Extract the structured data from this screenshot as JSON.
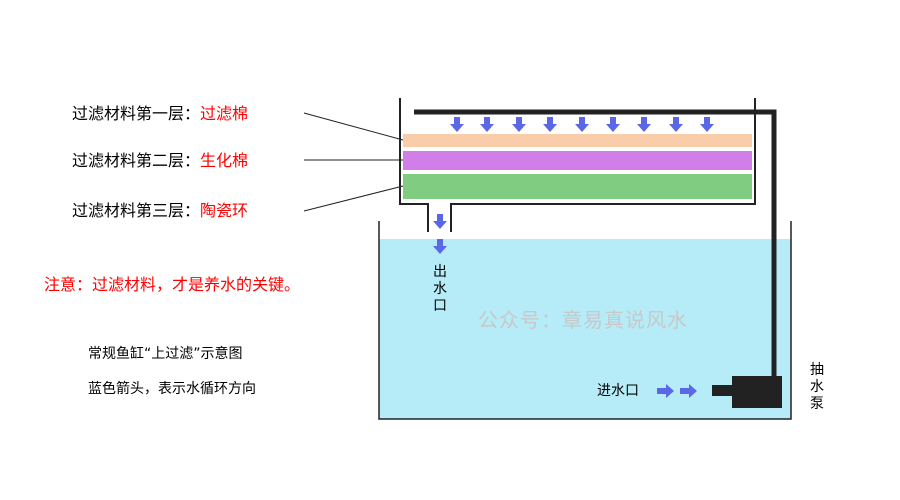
{
  "labels": {
    "layer1": {
      "prefix": "过滤材料第一层：",
      "material": "过滤棉"
    },
    "layer2": {
      "prefix": "过滤材料第二层：",
      "material": "生化棉"
    },
    "layer3": {
      "prefix": "过滤材料第三层：",
      "material": "陶瓷环"
    }
  },
  "note": "注意：过滤材料，才是养水的关键。",
  "caption1": "常规鱼缸“上过滤”示意图",
  "caption2": "蓝色箭头，表示水循环方向",
  "outlet": [
    "出",
    "水",
    "口"
  ],
  "inlet": "进水口",
  "pump": [
    "抽",
    "水",
    "泵"
  ],
  "watermark": "公众号：章易真说风水",
  "colors": {
    "water": "#b6ecf8",
    "layer1": "#f9ccaa",
    "layer2": "#d27ee8",
    "layer3": "#80cc80",
    "arrow": "#5a67e6",
    "accent_text": "#ff0000"
  }
}
